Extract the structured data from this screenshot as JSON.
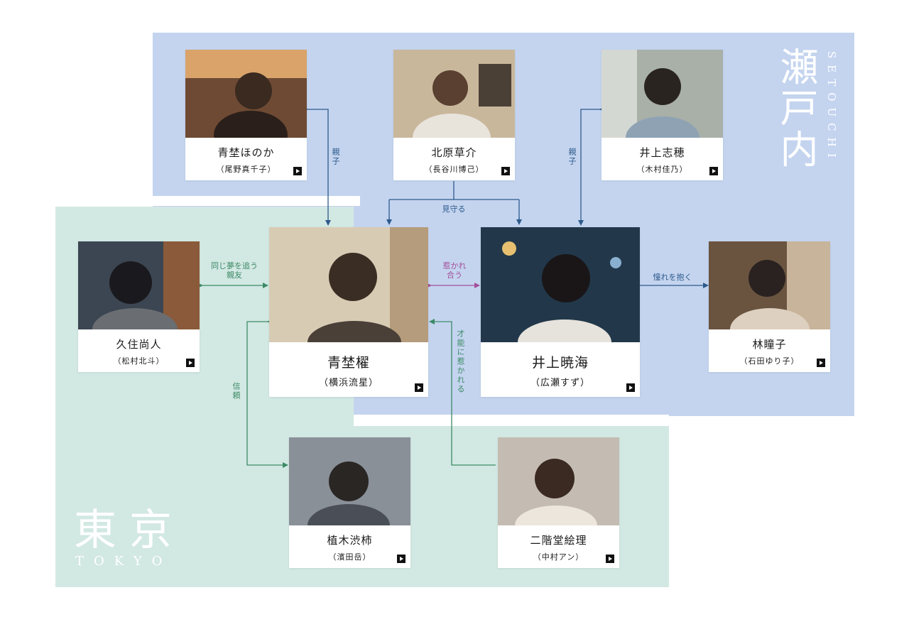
{
  "regions": {
    "setouchi": {
      "label": "瀬戸内",
      "roman": "SETOUCHI"
    },
    "tokyo": {
      "label": "東京",
      "roman": "TOKYO"
    }
  },
  "characters": {
    "honoka": {
      "name": "青埜ほのか",
      "actor": "（尾野真千子）"
    },
    "sosuke": {
      "name": "北原草介",
      "actor": "（長谷川博己）"
    },
    "shiho": {
      "name": "井上志穂",
      "actor": "（木村佳乃）"
    },
    "naoto": {
      "name": "久住尚人",
      "actor": "（松村北斗）"
    },
    "kai": {
      "name": "青埜櫂",
      "actor": "（横浜流星）"
    },
    "akimi": {
      "name": "井上暁海",
      "actor": "（広瀬すず）"
    },
    "rinko": {
      "name": "林瞳子",
      "actor": "（石田ゆり子）"
    },
    "shibusaki": {
      "name": "植木渋柿",
      "actor": "（濱田岳）"
    },
    "eri": {
      "name": "二階堂絵理",
      "actor": "（中村アン）"
    }
  },
  "relations": {
    "parent_child_left": "親子",
    "parent_child_right": "親子",
    "watch_over": "見守る",
    "attracted": "惹かれ合う",
    "attracted_line1": "惹かれ",
    "attracted_line2": "合う",
    "best_friend_line1": "同じ夢を追う",
    "best_friend_line2": "親友",
    "admire": "憧れを抱く",
    "trust": "信頼",
    "talent": "才能に惹かれる"
  },
  "colors": {
    "setouchi": "#c4d4ef",
    "tokyo": "#d2e8e3",
    "blue_line": "#2d5a8c",
    "green_line": "#3d8a66",
    "purple_line": "#a24f9a"
  }
}
